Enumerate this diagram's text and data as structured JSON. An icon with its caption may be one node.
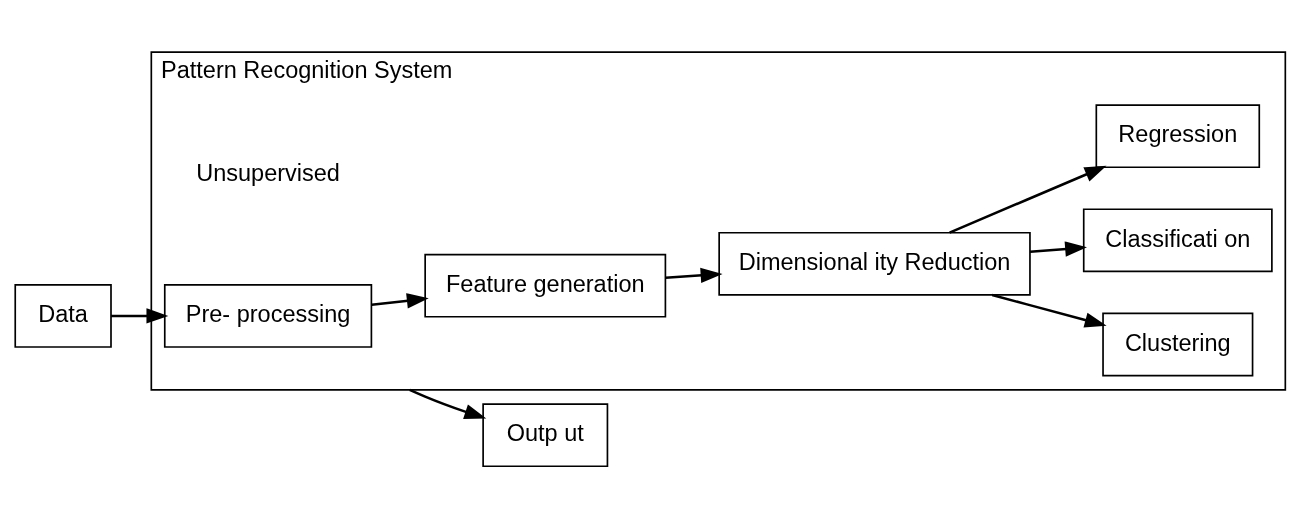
{
  "diagram": {
    "nodes": [
      {
        "text": [
          "Data"
        ]
      },
      {
        "text": [
          "Pattern Recognition System"
        ]
      },
      {
        "text": [
          "Pre- processing"
        ],
        "in": 1
      },
      {
        "text": [
          "Feature generation"
        ],
        "in": 1
      },
      {
        "text": [
          "Dimensional ity Reduction"
        ],
        "in": 1
      },
      {
        "text": [
          "Clustering"
        ],
        "in": 1
      },
      {
        "text": [
          "Classificati on"
        ],
        "in": 1
      },
      {
        "text": [
          "Regression"
        ],
        "in": 1
      },
      {
        "text": [
          "Outp ut"
        ]
      }
    ],
    "edges": [
      {
        "from": 0,
        "to": 2,
        "arrow": "to"
      },
      {
        "from": 2,
        "to": 3,
        "arrow": "to"
      },
      {
        "from": 3,
        "to": 4,
        "arrow": "to"
      },
      {
        "from": 4,
        "to": 5,
        "arrow": "to"
      },
      {
        "from": 4,
        "to": 6,
        "arrow": "to"
      },
      {
        "from": 4,
        "to": 7,
        "arrow": "to"
      },
      {
        "from": 1,
        "to": 8,
        "arrow": "to"
      }
    ],
    "labels": [
      "Unsupervised"
    ]
  }
}
